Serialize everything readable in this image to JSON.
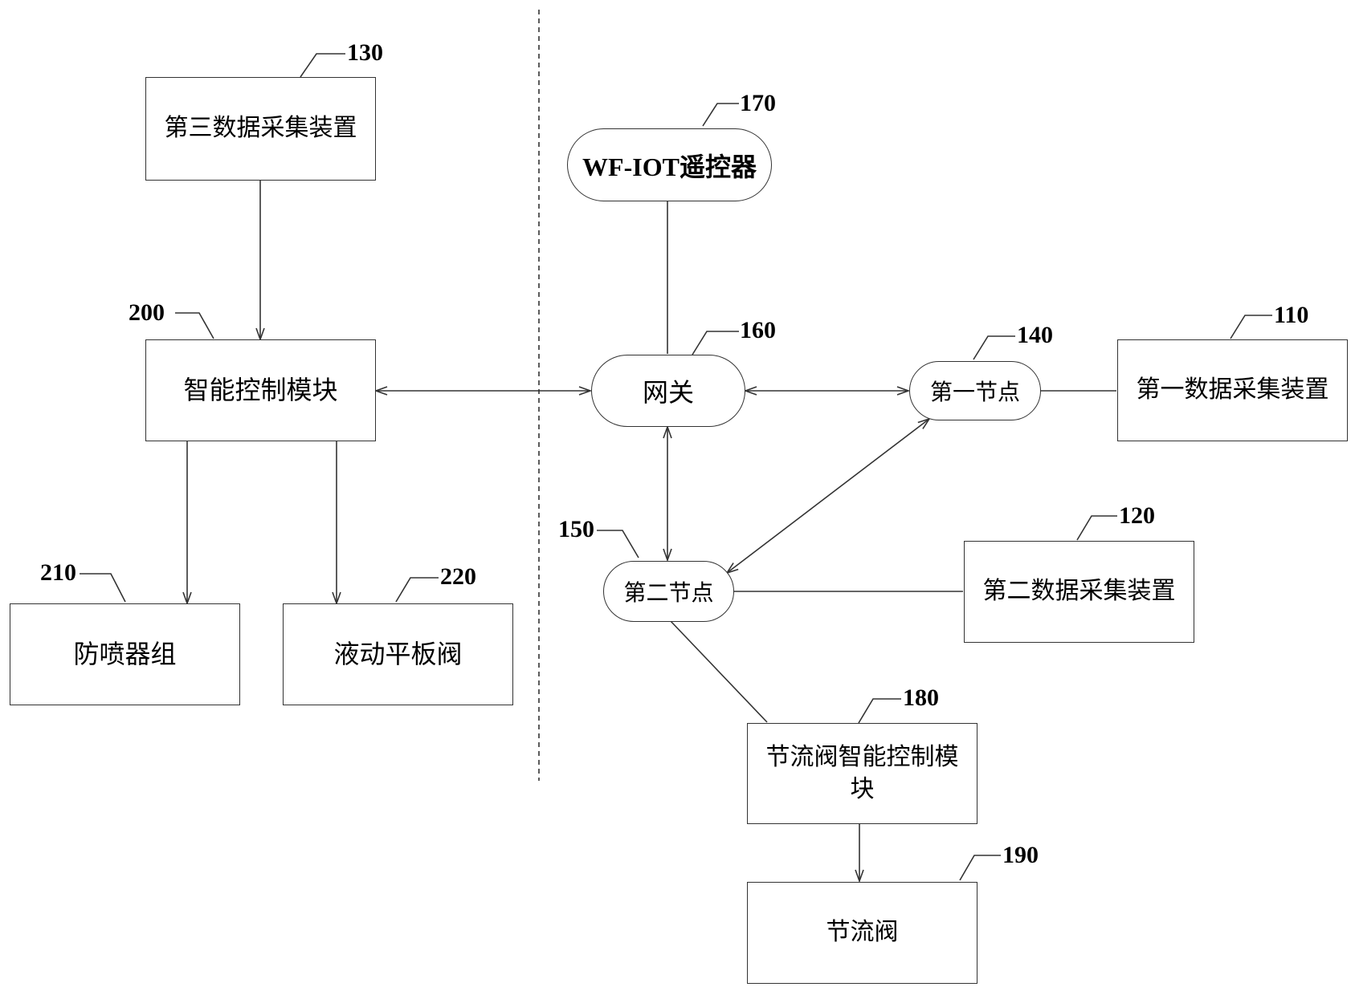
{
  "nodes": {
    "n130": {
      "ref": "130",
      "label": "第三数据采集装置"
    },
    "n200": {
      "ref": "200",
      "label": "智能控制模块"
    },
    "n210": {
      "ref": "210",
      "label": "防喷器组"
    },
    "n220": {
      "ref": "220",
      "label": "液动平板阀"
    },
    "n170": {
      "ref": "170",
      "label": "WF-IOT遥控器"
    },
    "n160": {
      "ref": "160",
      "label": "网关"
    },
    "n140": {
      "ref": "140",
      "label": "第一节点"
    },
    "n110": {
      "ref": "110",
      "label": "第一数据采集装置"
    },
    "n150": {
      "ref": "150",
      "label": "第二节点"
    },
    "n120": {
      "ref": "120",
      "label": "第二数据采集装置"
    },
    "n180": {
      "ref": "180",
      "label": "节流阀智能控制模块"
    },
    "n190": {
      "ref": "190",
      "label": "节流阀"
    }
  },
  "edges": [
    {
      "from": "130",
      "to": "200",
      "arrow": "forward"
    },
    {
      "from": "200",
      "to": "210",
      "arrow": "forward"
    },
    {
      "from": "200",
      "to": "220",
      "arrow": "forward"
    },
    {
      "from": "200",
      "to": "160",
      "arrow": "both"
    },
    {
      "from": "170",
      "to": "160",
      "arrow": "none"
    },
    {
      "from": "160",
      "to": "140",
      "arrow": "both"
    },
    {
      "from": "140",
      "to": "110",
      "arrow": "none"
    },
    {
      "from": "160",
      "to": "150",
      "arrow": "both"
    },
    {
      "from": "140",
      "to": "150",
      "arrow": "both"
    },
    {
      "from": "150",
      "to": "120",
      "arrow": "none"
    },
    {
      "from": "150",
      "to": "180",
      "arrow": "none"
    },
    {
      "from": "180",
      "to": "190",
      "arrow": "forward"
    }
  ],
  "colors": {
    "line": "#333333",
    "background": "#ffffff"
  }
}
